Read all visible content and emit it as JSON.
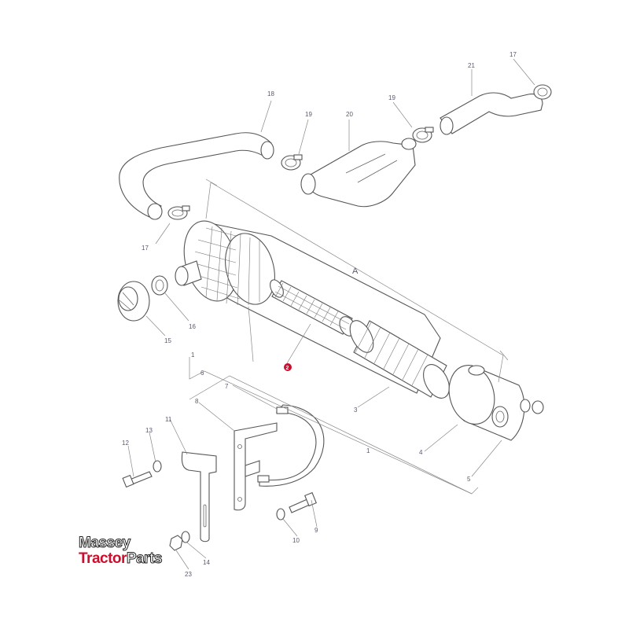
{
  "callouts": {
    "c1a": "1",
    "c1b": "1",
    "c2": "2",
    "c3": "3",
    "c4": "4",
    "c5": "5",
    "c6": "6",
    "c7": "7",
    "c8": "8",
    "c9": "9",
    "c10": "10",
    "c11": "11",
    "c12": "12",
    "c13": "13",
    "c14": "14",
    "c15": "15",
    "c16": "16",
    "c17a": "17",
    "c17b": "17",
    "c18": "18",
    "c19a": "19",
    "c19b": "19",
    "c20": "20",
    "c21": "21",
    "c23": "23"
  },
  "dimension": {
    "label": "A"
  },
  "logo": {
    "line1": "Massey",
    "line2_red": "Tractor",
    "line2_outline": "Parts"
  },
  "colors": {
    "highlight": "#c8102e",
    "line": "#555555",
    "label": "#5a5a6e"
  }
}
